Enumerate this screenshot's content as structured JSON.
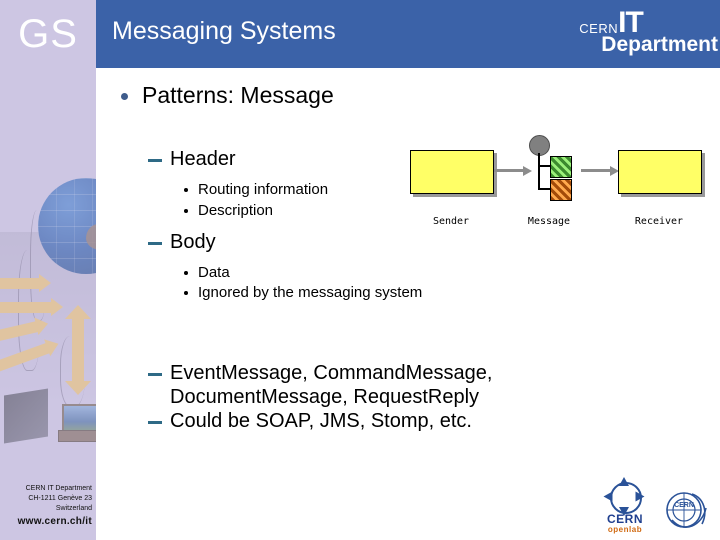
{
  "header": {
    "org_badge": "GS",
    "title": "Messaging Systems",
    "cern_logo": {
      "cern": "CERN",
      "it": "IT",
      "department": "Department"
    }
  },
  "slide": {
    "bullets": [
      {
        "level": 1,
        "text": "Patterns: Message"
      },
      {
        "level": 2,
        "text": "Header"
      },
      {
        "level": 3,
        "text": "Routing information"
      },
      {
        "level": 3,
        "text": "Description"
      },
      {
        "level": 2,
        "text": "Body"
      },
      {
        "level": 3,
        "text": "Data"
      },
      {
        "level": 3,
        "text": "Ignored by the messaging system"
      },
      {
        "level": 2,
        "text": "EventMessage, CommandMessage, DocumentMessage, RequestReply"
      },
      {
        "level": 2,
        "text": "Could be SOAP, JMS, Stomp, etc."
      }
    ],
    "bullet_texts": {
      "b0": "Patterns: Message",
      "b1": "Header",
      "b2": "Routing information",
      "b3": "Description",
      "b4": "Body",
      "b5": "Data",
      "b6": "Ignored by the messaging system",
      "b7": "EventMessage, CommandMessage, DocumentMessage, RequestReply",
      "b8": "Could be SOAP, JMS, Stomp, etc."
    }
  },
  "diagram": {
    "labels": {
      "sender": "Sender",
      "message": "Message",
      "receiver": "Receiver"
    },
    "colors": {
      "node_fill": "#ffff66",
      "node_border": "#000000",
      "arrow": "#8c8c8c",
      "message_head": "#808080",
      "header_block": "#6fd04b",
      "body_block": "#e07b16"
    }
  },
  "footer": {
    "address_lines": [
      "CERN IT Department",
      "CH-1211 Genève 23",
      "Switzerland"
    ],
    "url": "www.cern.ch/it",
    "logos": {
      "openlab_cern": "CERN",
      "openlab_word": "openlab",
      "cern_ring": "CERN"
    }
  },
  "theme": {
    "header_blue": "#3b62a8",
    "sidebar_lavender": "#cdc6e3",
    "bullet_marker_blue": "#3f5c8c",
    "dash_marker_teal": "#2e6a86"
  }
}
